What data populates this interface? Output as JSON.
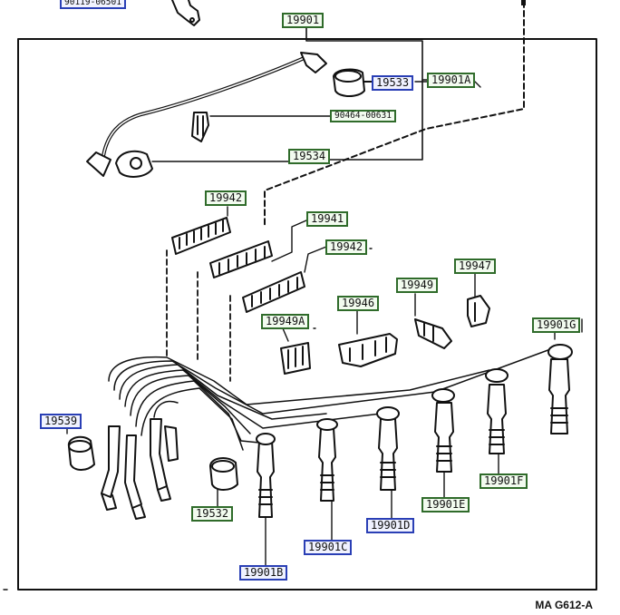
{
  "labels": {
    "top_partial": "90119-06501",
    "p19901": "19901",
    "p19533": "19533",
    "p19901A": "19901A",
    "p90464": "90464-00631",
    "p19534": "19534",
    "p19942a": "19942",
    "p19941": "19941",
    "p19942b": "19942",
    "p19947": "19947",
    "p19949": "19949",
    "p19946": "19946",
    "p19949A": "19949A",
    "p19901G": "19901G",
    "p19539": "19539",
    "p19901F": "19901F",
    "p19901E": "19901E",
    "p19532": "19532",
    "p19901D": "19901D",
    "p19901C": "19901C",
    "p19901B": "19901B"
  },
  "figure_code": "MA  G612-A",
  "colors": {
    "green_frame": "#2f6b2a",
    "blue_frame": "#2a3fb5",
    "line": "#111111"
  }
}
